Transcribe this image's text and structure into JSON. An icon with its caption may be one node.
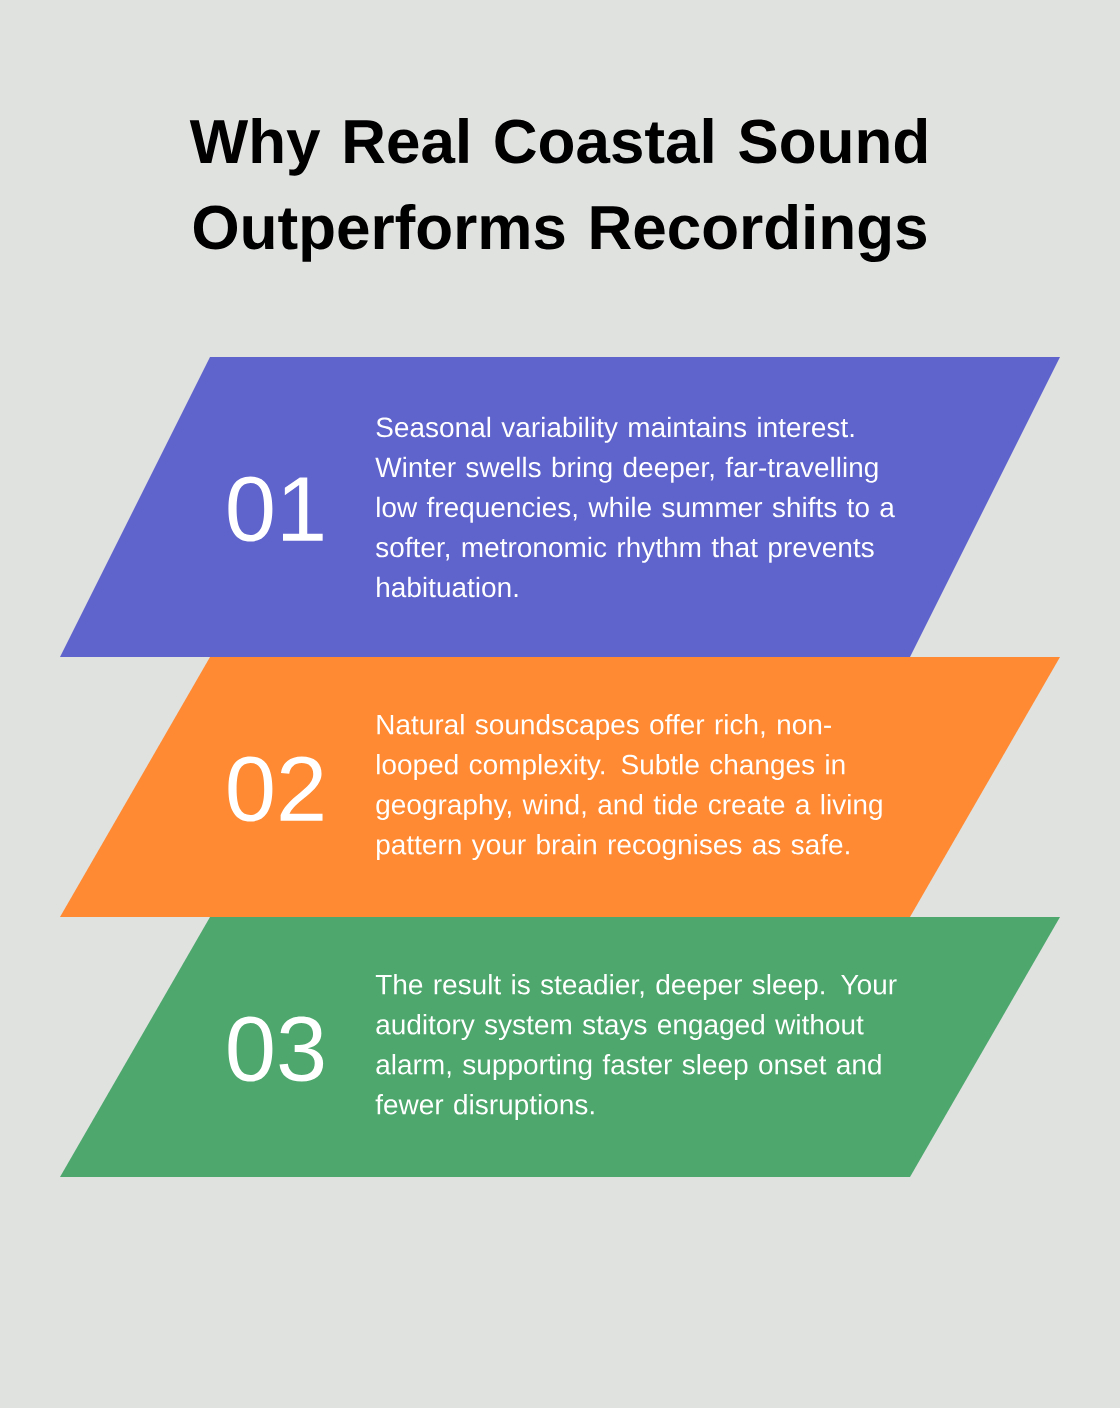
{
  "diagram": {
    "title": "Why Real Coastal Sound Outperforms Recordings",
    "nodes": [
      {
        "text": [
          "01",
          "Seasonal variability maintains interest. Winter swells bring deeper, far-travelling low frequencies, while summer shifts to a softer, metronomic rhythm that prevents habituation."
        ]
      },
      {
        "text": [
          "02",
          "Natural soundscapes offer rich, non-looped complexity. Subtle changes in geography, wind, and tide create a living pattern your brain recognises as safe."
        ]
      },
      {
        "text": [
          "03",
          "The result is steadier, deeper sleep. Your auditory system stays engaged without alarm, supporting faster sleep onset and fewer disruptions."
        ]
      }
    ],
    "edges": []
  }
}
